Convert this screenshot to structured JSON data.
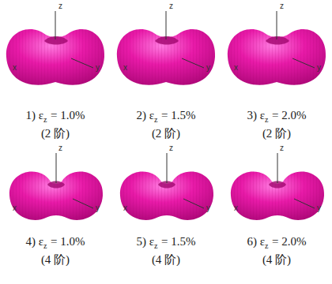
{
  "diagram": {
    "labels": [
      "z",
      "y",
      "x",
      "1) ε",
      "z",
      "= 1.0%",
      "(2 阶)",
      "z",
      "y",
      "x",
      "2) ε",
      "z",
      "= 1.5%",
      "(2 阶)",
      "z",
      "y",
      "x",
      "3) ε",
      "z",
      "= 2.0%",
      "(2 阶)",
      "z",
      "y",
      "x",
      "4) ε",
      "z",
      "= 1.0%",
      "(4 阶)",
      "z",
      "y",
      "x",
      "5) ε",
      "z",
      "= 1.5%",
      "(4 阶)",
      "z",
      "y",
      "x",
      "6) ε",
      "z",
      "= 2.0%",
      "(4 阶)"
    ]
  }
}
